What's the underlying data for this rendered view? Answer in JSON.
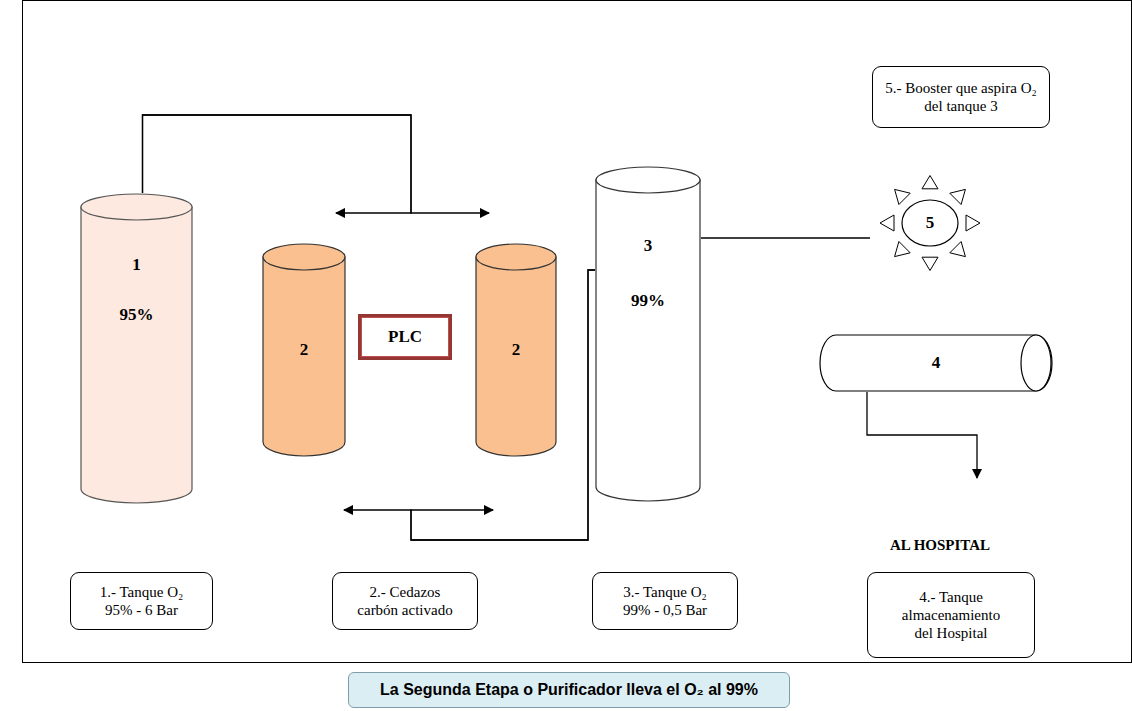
{
  "diagram": {
    "caption": "La Segunda Etapa o Purificador lleva el O₂ al 99%",
    "nodes": [
      {
        "text": [
          "5.- Booster que aspira O₂ del tanque 3"
        ]
      },
      {
        "text": [
          "1",
          "95%"
        ]
      },
      {
        "text": [
          "2"
        ]
      },
      {
        "text": [
          "PLC"
        ]
      },
      {
        "text": [
          "2"
        ]
      },
      {
        "text": [
          "3",
          "99%"
        ]
      },
      {
        "text": [
          "5"
        ]
      },
      {
        "text": [
          "4"
        ]
      },
      {
        "text": [
          "1.- Tanque O₂ 95% - 6 Bar"
        ]
      },
      {
        "text": [
          "2.- Cedazos carbón activado"
        ]
      },
      {
        "text": [
          "3.- Tanque O₂ 99% - 0,5 Bar"
        ]
      },
      {
        "text": [
          "4.- Tanque almacenamiento del Hospital"
        ]
      }
    ],
    "edges": [
      {
        "from": 1,
        "to": 2,
        "arrow": "to"
      },
      {
        "from": 1,
        "to": 4,
        "arrow": "to"
      },
      {
        "from": 5,
        "to": 2,
        "arrow": "to"
      },
      {
        "from": 5,
        "to": 4,
        "arrow": "to"
      },
      {
        "from": 5,
        "to": 6,
        "arrow": "none"
      }
    ],
    "labels": [
      "AL HOSPITAL"
    ]
  }
}
